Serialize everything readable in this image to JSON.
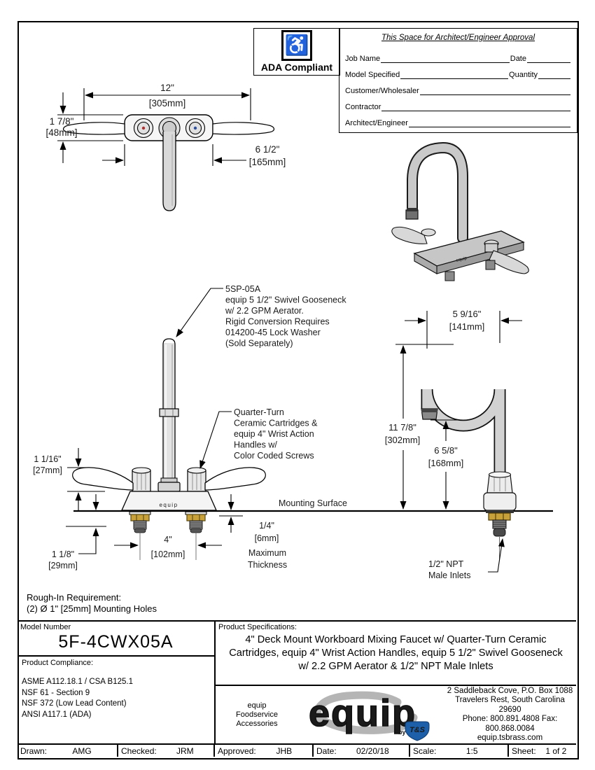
{
  "ada": {
    "label": "ADA Compliant",
    "symbol": "♿"
  },
  "approval": {
    "title": "This Space for Architect/Engineer Approval",
    "row1_label": "Job Name",
    "row1_label2": "Date",
    "row2_label": "Model Specified",
    "row2_label2": "Quantity",
    "row3_label": "Customer/Wholesaler",
    "row4_label": "Contractor",
    "row5_label": "Architect/Engineer"
  },
  "top_view": {
    "dim_width_in": "12\"",
    "dim_width_mm": "[305mm]",
    "dim_depth_in": "1 7/8\"",
    "dim_depth_mm": "[48mm]",
    "dim_plate_in": "6 1/2\"",
    "dim_plate_mm": "[165mm]"
  },
  "front_view": {
    "spout_callout": [
      "5SP-05A",
      "equip 5 1/2\" Swivel Gooseneck",
      "w/ 2.2 GPM Aerator.",
      "Rigid Conversion Requires",
      "014200-45 Lock Washer",
      "(Sold Separately)"
    ],
    "handle_callout": [
      "Quarter-Turn",
      "Ceramic Cartridges &",
      "equip 4\" Wrist Action",
      "Handles w/",
      "Color Coded Screws"
    ],
    "dim_handle_in": "1 1/16\"",
    "dim_handle_mm": "[27mm]",
    "dim_shank_in": "1 1/8\"",
    "dim_shank_mm": "[29mm]",
    "dim_centers_in": "4\"",
    "dim_centers_mm": "[102mm]",
    "dim_thick_in": "1/4\"",
    "dim_thick_mm": "[6mm]",
    "dim_thick_note1": "Maximum",
    "dim_thick_note2": "Thickness",
    "mounting_surface": "Mounting Surface",
    "body_brand": "equip"
  },
  "side_view": {
    "dim_reach_in": "5 9/16\"",
    "dim_reach_mm": "[141mm]",
    "dim_height_in": "11 7/8\"",
    "dim_height_mm": "[302mm]",
    "dim_spout_in": "6 5/8\"",
    "dim_spout_mm": "[168mm]",
    "inlet_callout1": "1/2\" NPT",
    "inlet_callout2": "Male Inlets"
  },
  "rough_in": {
    "line1": "Rough-In Requirement:",
    "line2": "(2) Ø 1\" [25mm] Mounting Holes"
  },
  "model": {
    "label": "Model Number",
    "value": "5F-4CWX05A"
  },
  "compliance": {
    "label": "Product Compliance:",
    "items": [
      "ASME A112.18.1 / CSA B125.1",
      "NSF 61 - Section 9",
      "NSF 372 (Low Lead Content)",
      "ANSI A117.1 (ADA)"
    ]
  },
  "specs": {
    "label": "Product Specifications:",
    "text": "4\" Deck Mount Workboard Mixing Faucet w/ Quarter-Turn Ceramic Cartridges, equip 4\" Wrist Action Handles, equip 5 1/2\" Swivel Gooseneck w/ 2.2 GPM Aerator & 1/2\" NPT Male Inlets"
  },
  "brand": {
    "tagline": [
      "equip",
      "Foodservice",
      "Accessories"
    ],
    "logo_text": "equip",
    "by_text": "by",
    "ts_text": "T&S",
    "blue": "#1d5fa8",
    "address": [
      "2 Saddleback Cove, P.O. Box 1088",
      "Travelers Rest, South Carolina 29690",
      "Phone: 800.891.4808  Fax: 800.868.0084",
      "equip.tsbrass.com"
    ]
  },
  "title_block": {
    "drawn_label": "Drawn:",
    "drawn": "AMG",
    "checked_label": "Checked:",
    "checked": "JRM",
    "approved_label": "Approved:",
    "approved": "JHB",
    "date_label": "Date:",
    "date": "02/20/18",
    "scale_label": "Scale:",
    "scale": "1:5",
    "sheet_label": "Sheet:",
    "sheet": "1  of  2"
  }
}
